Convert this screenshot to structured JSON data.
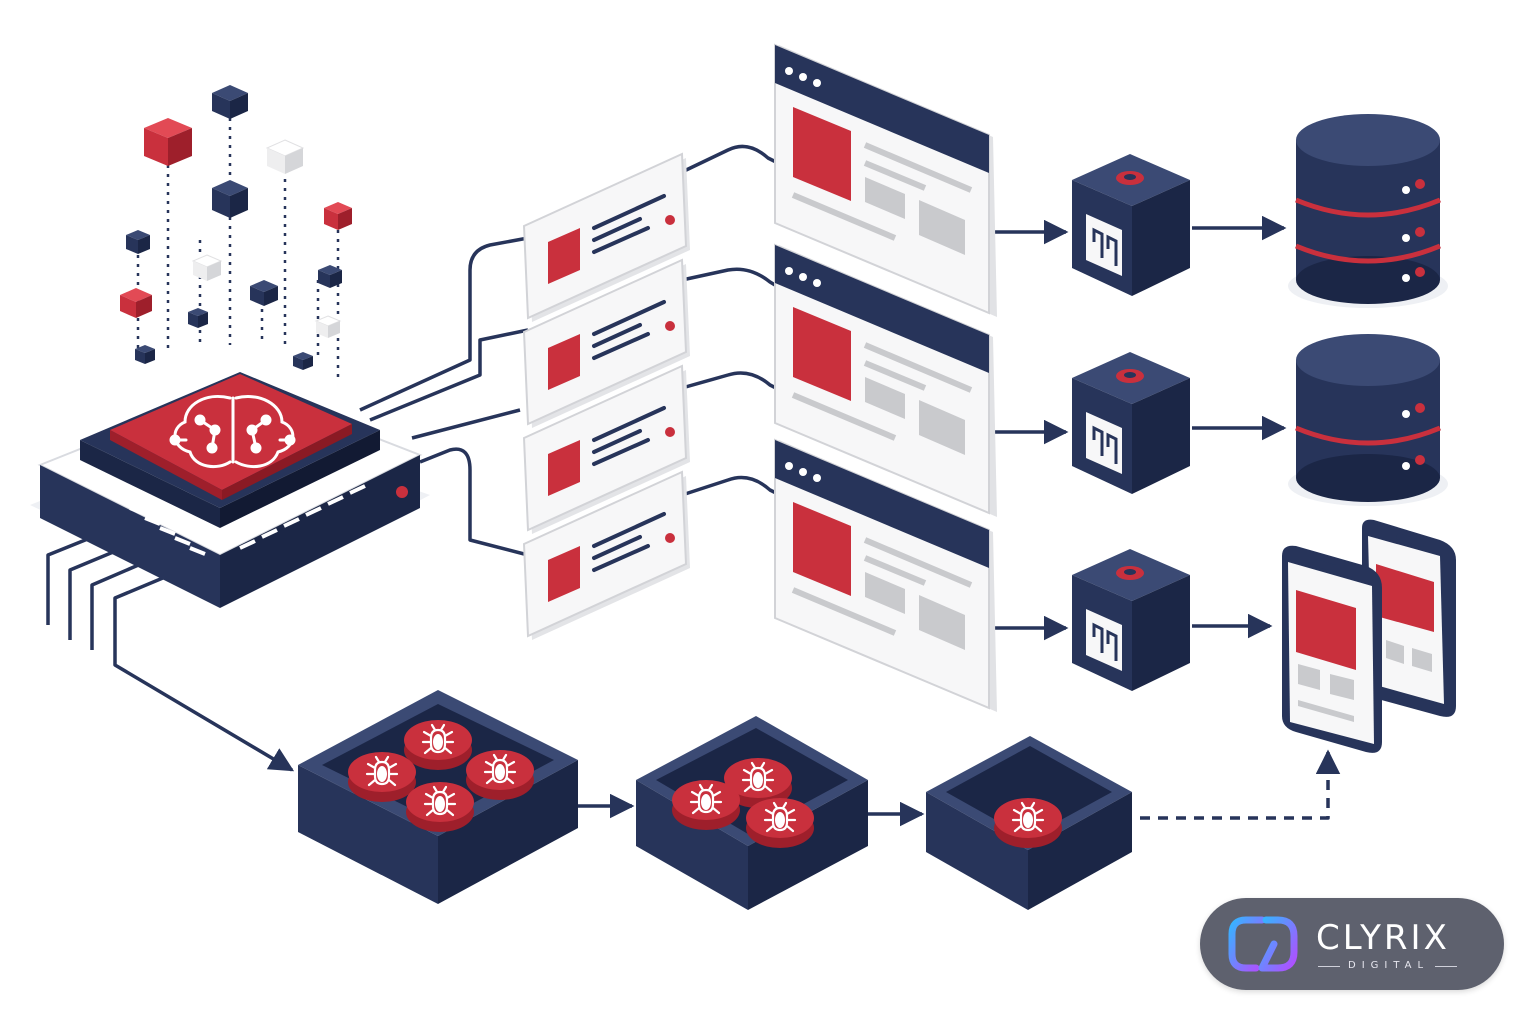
{
  "colors": {
    "navy": "#27345a",
    "red": "#c9303d",
    "light_gray": "#eeeeef",
    "mid_gray": "#c9cacd",
    "white": "#ffffff",
    "badge_bg": "#5e616e"
  },
  "diagram": {
    "nodes": [
      {
        "id": "ai-chip",
        "kind": "processor-chip",
        "icon": "neural-brain-icon"
      },
      {
        "id": "data-cubes",
        "kind": "data-cube-cluster"
      },
      {
        "id": "task-card-1",
        "kind": "task-card"
      },
      {
        "id": "task-card-2",
        "kind": "task-card"
      },
      {
        "id": "task-card-3",
        "kind": "task-card"
      },
      {
        "id": "task-card-4",
        "kind": "task-card"
      },
      {
        "id": "browser-1",
        "kind": "browser-window"
      },
      {
        "id": "browser-2",
        "kind": "browser-window"
      },
      {
        "id": "browser-3",
        "kind": "browser-window"
      },
      {
        "id": "plug-box-1",
        "kind": "connector-box",
        "icon": "plug-icon"
      },
      {
        "id": "plug-box-2",
        "kind": "connector-box",
        "icon": "plug-icon"
      },
      {
        "id": "plug-box-3",
        "kind": "connector-box",
        "icon": "plug-icon"
      },
      {
        "id": "database-1",
        "kind": "database",
        "icon": "server-stack-icon"
      },
      {
        "id": "database-2",
        "kind": "database",
        "icon": "server-stack-icon"
      },
      {
        "id": "mobile-devices",
        "kind": "phones",
        "icon": "smartphone-icon"
      },
      {
        "id": "bug-tray-1",
        "kind": "bug-tray",
        "bug_count": 4,
        "icon": "bug-icon"
      },
      {
        "id": "bug-tray-2",
        "kind": "bug-tray",
        "bug_count": 3,
        "icon": "bug-icon"
      },
      {
        "id": "bug-tray-3",
        "kind": "bug-tray",
        "bug_count": 1,
        "icon": "bug-icon"
      }
    ],
    "edges": [
      {
        "from": "ai-chip",
        "to": "task-card-1",
        "style": "solid"
      },
      {
        "from": "ai-chip",
        "to": "task-card-2",
        "style": "solid"
      },
      {
        "from": "ai-chip",
        "to": "task-card-3",
        "style": "solid"
      },
      {
        "from": "ai-chip",
        "to": "task-card-4",
        "style": "solid"
      },
      {
        "from": "task-card-1",
        "to": "browser-1",
        "style": "solid"
      },
      {
        "from": "task-card-2",
        "to": "browser-2",
        "style": "solid"
      },
      {
        "from": "task-card-3",
        "to": "browser-2",
        "style": "solid"
      },
      {
        "from": "task-card-4",
        "to": "browser-3",
        "style": "solid"
      },
      {
        "from": "browser-1",
        "to": "plug-box-1",
        "style": "arrow"
      },
      {
        "from": "browser-2",
        "to": "plug-box-2",
        "style": "arrow"
      },
      {
        "from": "browser-3",
        "to": "plug-box-3",
        "style": "arrow"
      },
      {
        "from": "plug-box-1",
        "to": "database-1",
        "style": "arrow"
      },
      {
        "from": "plug-box-2",
        "to": "database-2",
        "style": "arrow"
      },
      {
        "from": "plug-box-3",
        "to": "mobile-devices",
        "style": "arrow"
      },
      {
        "from": "ai-chip",
        "to": "bug-tray-1",
        "style": "arrow"
      },
      {
        "from": "bug-tray-1",
        "to": "bug-tray-2",
        "style": "arrow"
      },
      {
        "from": "bug-tray-2",
        "to": "bug-tray-3",
        "style": "arrow"
      },
      {
        "from": "bug-tray-3",
        "to": "mobile-devices",
        "style": "dashed-arrow"
      }
    ]
  },
  "brand": {
    "name": "CLYRIX",
    "tagline": "DIGITAL",
    "logo_icon": "cd-monogram-icon"
  }
}
